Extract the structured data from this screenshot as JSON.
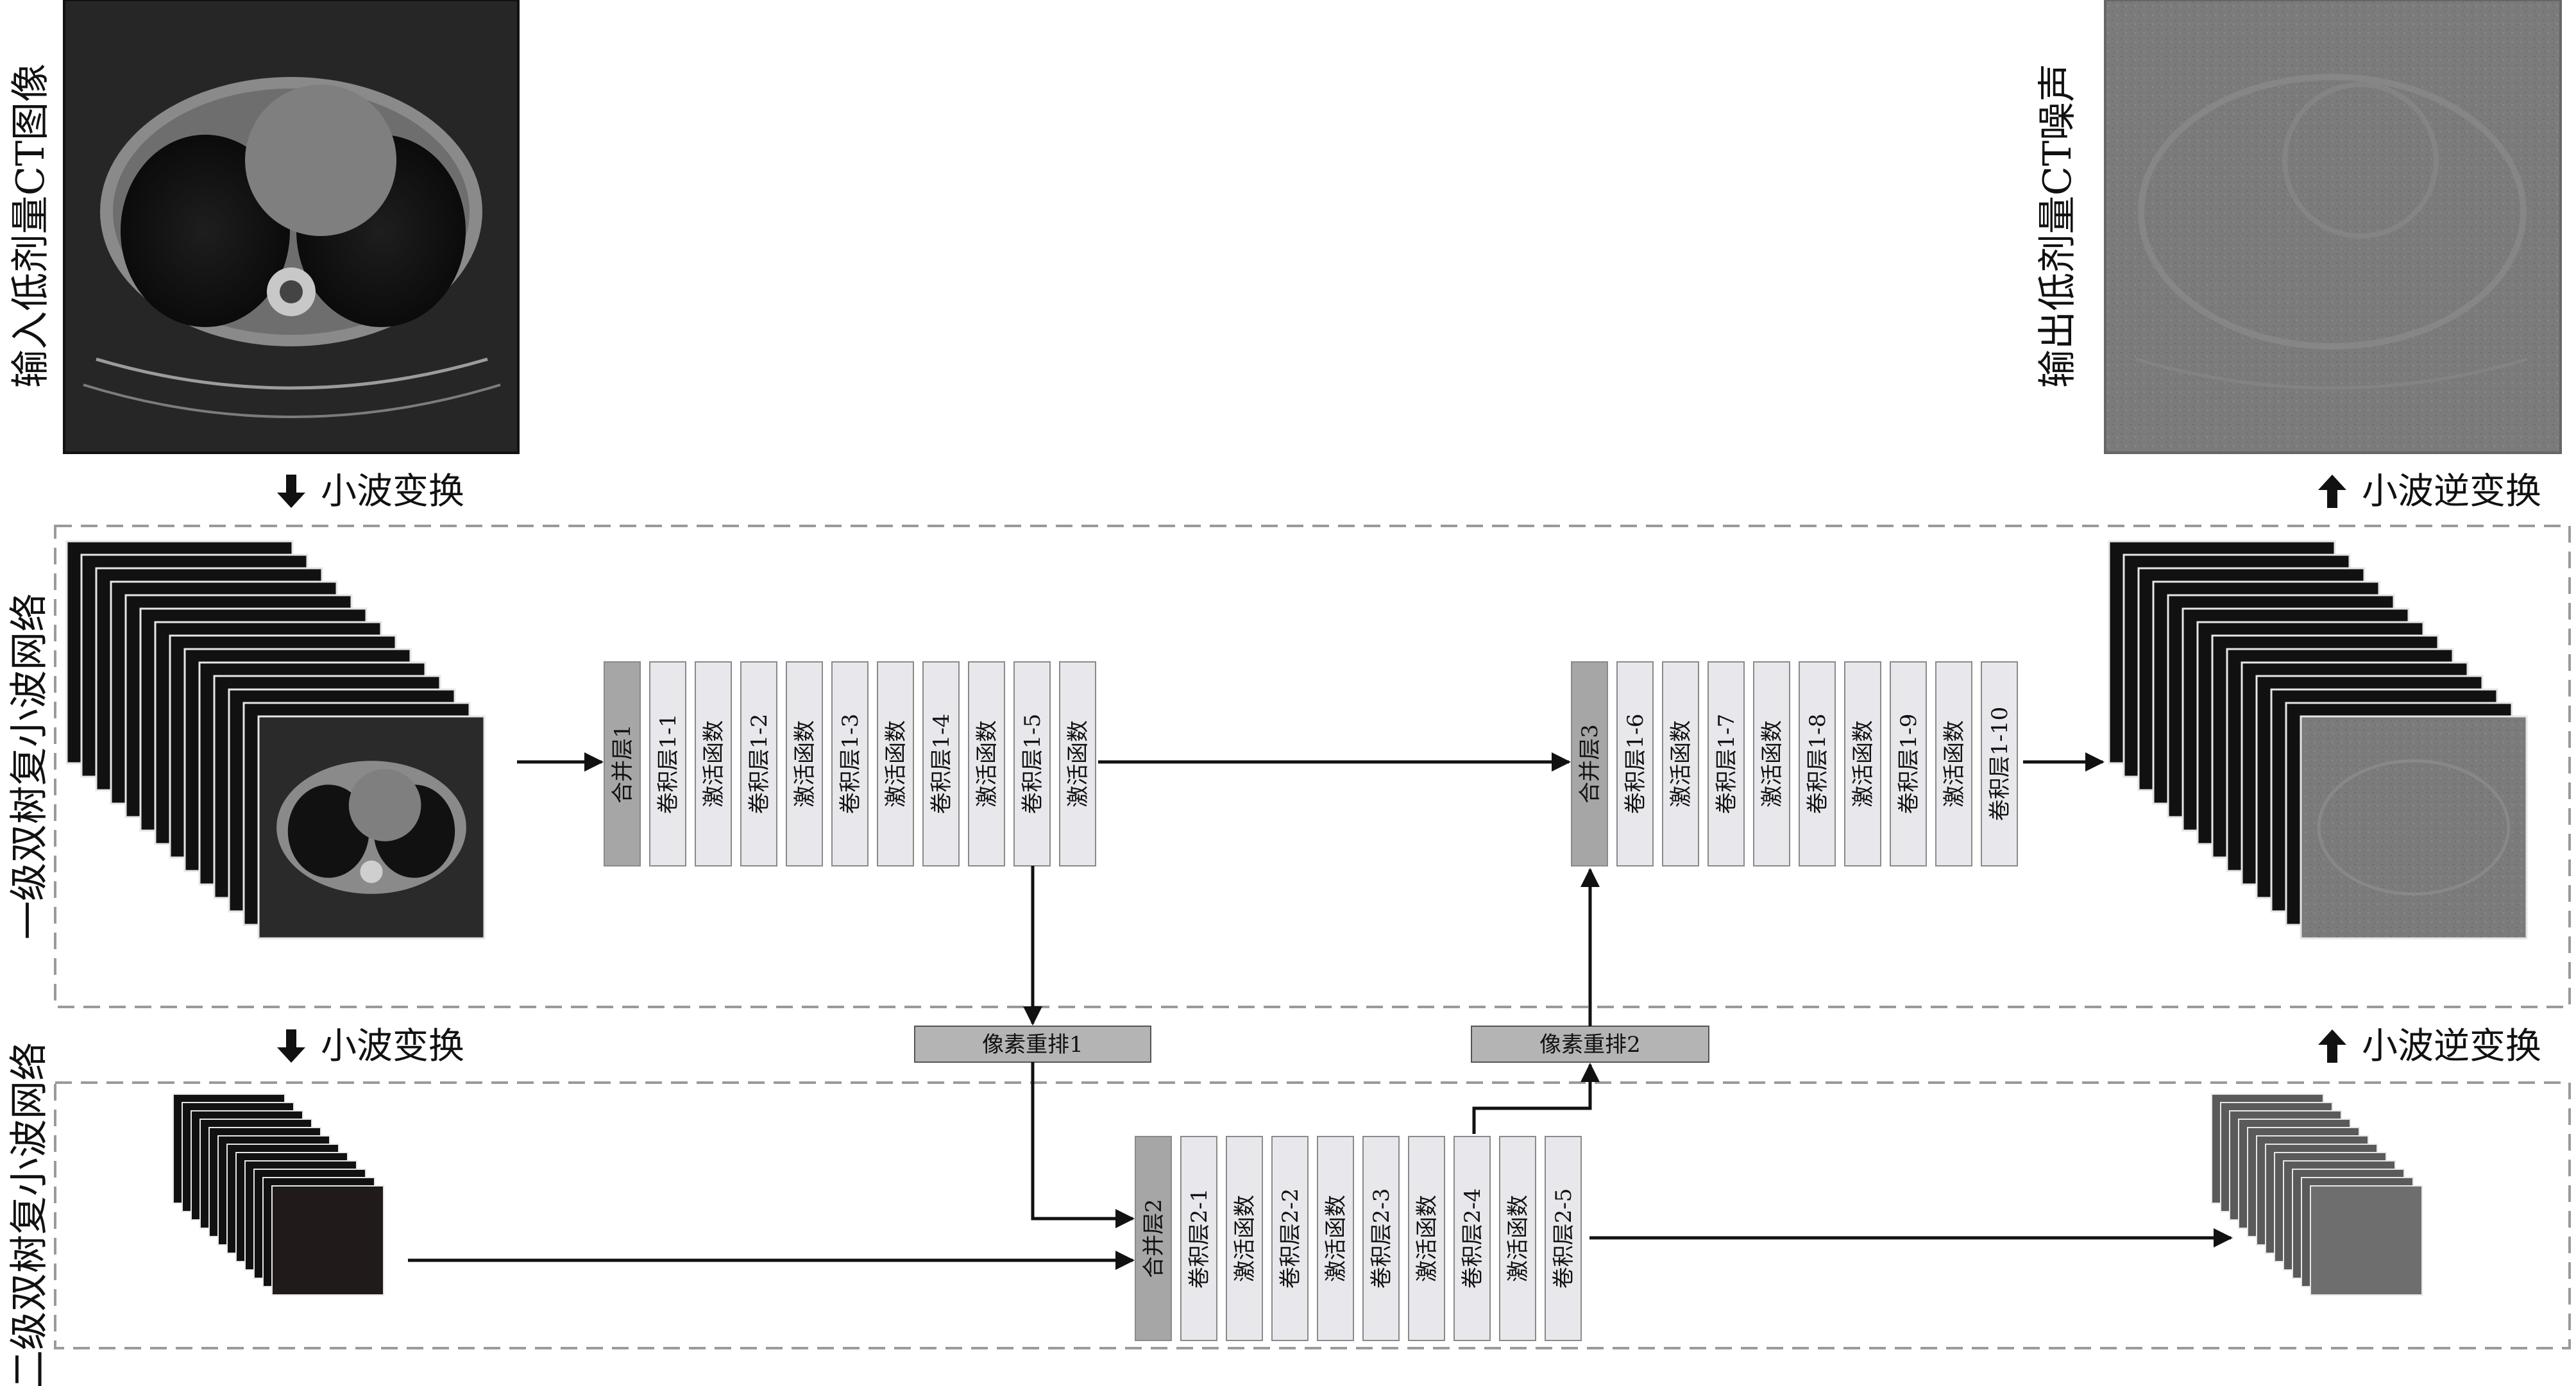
{
  "images": {
    "input_label": "输入低剂量CT图像",
    "output_label": "输出低剂量CT噪声"
  },
  "transforms": {
    "wavelet_top": "小波变换",
    "wavelet_bottom": "小波变换",
    "inverse_top": "小波逆变换",
    "inverse_bottom": "小波逆变换"
  },
  "networks": {
    "level1_label": "一级双树复小波网络",
    "level2_label": "二级双树复小波网络"
  },
  "level1_blocks_a": [
    "合并层1",
    "卷积层1-1",
    "激活函数",
    "卷积层1-2",
    "激活函数",
    "卷积层1-3",
    "激活函数",
    "卷积层1-4",
    "激活函数",
    "卷积层1-5",
    "激活函数"
  ],
  "level1_blocks_b": [
    "合并层3",
    "卷积层1-6",
    "激活函数",
    "卷积层1-7",
    "激活函数",
    "卷积层1-8",
    "激活函数",
    "卷积层1-9",
    "激活函数",
    "卷积层1-10"
  ],
  "level2_blocks": [
    "合并层2",
    "卷积层2-1",
    "激活函数",
    "卷积层2-2",
    "激活函数",
    "卷积层2-3",
    "激活函数",
    "卷积层2-4",
    "激活函数",
    "卷积层2-5"
  ],
  "shuffle": {
    "p1": "像素重排1",
    "p2": "像素重排2"
  },
  "colors": {
    "merge_block": "#a6a6a6",
    "conv_block": "#e8e8ec",
    "shuffle_block": "#b4b4b4",
    "frame_dash": "#9a9a9a",
    "ct_background": "#262626",
    "noise_background": "#7a7a7a"
  }
}
